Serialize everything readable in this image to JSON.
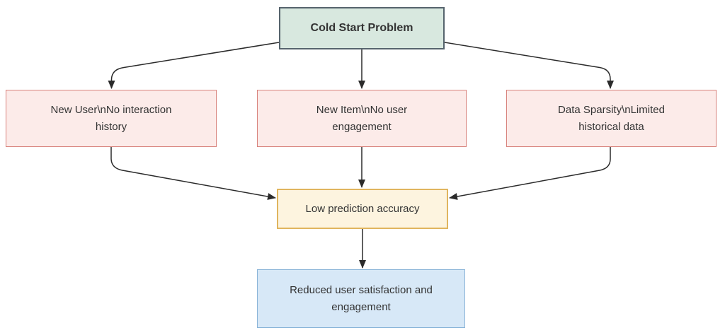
{
  "diagram_title": "Cold Start Problem flowchart",
  "nodes": {
    "root": {
      "label": "Cold Start Problem",
      "fill": "#d8e8df",
      "stroke": "#56646d"
    },
    "new_user": {
      "label": "New User\\nNo interaction history",
      "fill": "#fcebe9",
      "stroke": "#d8827c"
    },
    "new_item": {
      "label": "New Item\\nNo user engagement",
      "fill": "#fcebe9",
      "stroke": "#d8827c"
    },
    "data_sparsity": {
      "label": "Data Sparsity\\nLimited historical data",
      "fill": "#fcebe9",
      "stroke": "#d8827c"
    },
    "low_accuracy": {
      "label": "Low prediction accuracy",
      "fill": "#fdf4df",
      "stroke": "#e0b55e"
    },
    "reduced_satisfaction": {
      "label": "Reduced user satisfaction and engagement",
      "fill": "#d7e8f7",
      "stroke": "#8ab4d8"
    }
  },
  "edges": [
    {
      "from": "root",
      "to": "new_user"
    },
    {
      "from": "root",
      "to": "new_item"
    },
    {
      "from": "root",
      "to": "data_sparsity"
    },
    {
      "from": "new_user",
      "to": "low_accuracy"
    },
    {
      "from": "new_item",
      "to": "low_accuracy"
    },
    {
      "from": "data_sparsity",
      "to": "low_accuracy"
    },
    {
      "from": "low_accuracy",
      "to": "reduced_satisfaction"
    }
  ],
  "colors": {
    "background": "#ffffff",
    "edge_stroke": "#2b2b2b",
    "text": "#333333"
  }
}
